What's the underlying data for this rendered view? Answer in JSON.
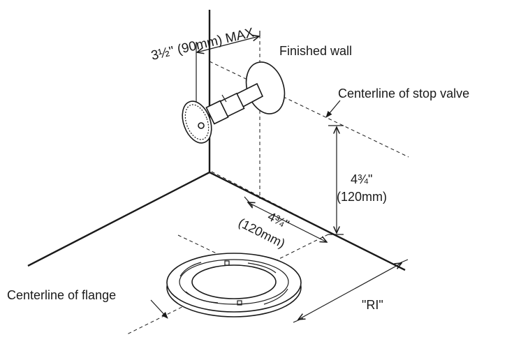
{
  "labels": {
    "max_setback": "3½\" (90mm) MAX",
    "finished_wall": "Finished wall",
    "stop_valve_centerline": "Centerline of stop valve",
    "valve_height_imperial": "4¾\"",
    "valve_height_metric": "(120mm)",
    "floor_offset_imperial": "4¾\"",
    "floor_offset_metric": "(120mm)",
    "flange_centerline": "Centerline of flange",
    "rough_in": "\"RI\""
  }
}
